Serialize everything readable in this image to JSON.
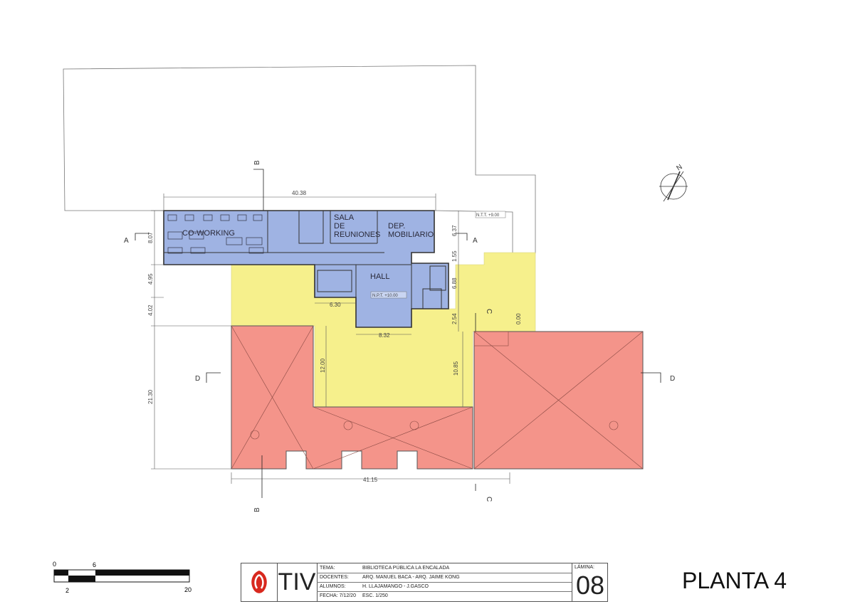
{
  "rooms": {
    "coworking": "CO-WORKING",
    "sala_line1": "SALA",
    "sala_line2": "DE",
    "sala_line3": "REUNIONES",
    "dep_line1": "DEP.",
    "dep_line2": "MOBILIARIO",
    "hall": "HALL"
  },
  "levels": {
    "ntt": "N.T.T. +9.00",
    "npt": "N.P.T. +10.00"
  },
  "dimensions": {
    "top_width": "40.38",
    "bottom_width": "41.15",
    "left_height_1": "8.07",
    "left_height_2": "4.95",
    "left_height_3": "4.02",
    "left_height_4": "21.30",
    "right_1": "6.37",
    "right_2": "1.55",
    "right_3": "6.88",
    "right_4": "2.54",
    "right_5": "0.00",
    "hall_width": "8.32",
    "service_width": "6.30",
    "court_height": "12.00",
    "court_height_2": "10.85"
  },
  "section_marks": {
    "a": "A",
    "b": "B",
    "c": "C",
    "d": "D"
  },
  "north": "N",
  "scale_bar": {
    "t0": "0",
    "t6": "6",
    "t2": "2",
    "t20": "20"
  },
  "title_block": {
    "code": "TIV",
    "rows": [
      {
        "k": "TEMA:",
        "v": "BIBLIOTECA PÚBLICA LA ENCALADA"
      },
      {
        "k": "DOCENTES:",
        "v": "ARQ. MANUEL BACA - ARQ. JAIME KONG"
      },
      {
        "k": "ALUMNOS:",
        "v": "H. LLAJAMANGO - J.GASCO"
      },
      {
        "k": "FECHA: 7/12/20",
        "v": "ESC. 1/250"
      }
    ],
    "sheet_label": "LÁMINA:",
    "sheet_number": "08"
  },
  "plan_title": "PLANTA 4",
  "colors": {
    "blue": "#9fb3e3",
    "yellow": "#f6f08c",
    "red": "#f4948a",
    "logo_red": "#d8281e"
  }
}
